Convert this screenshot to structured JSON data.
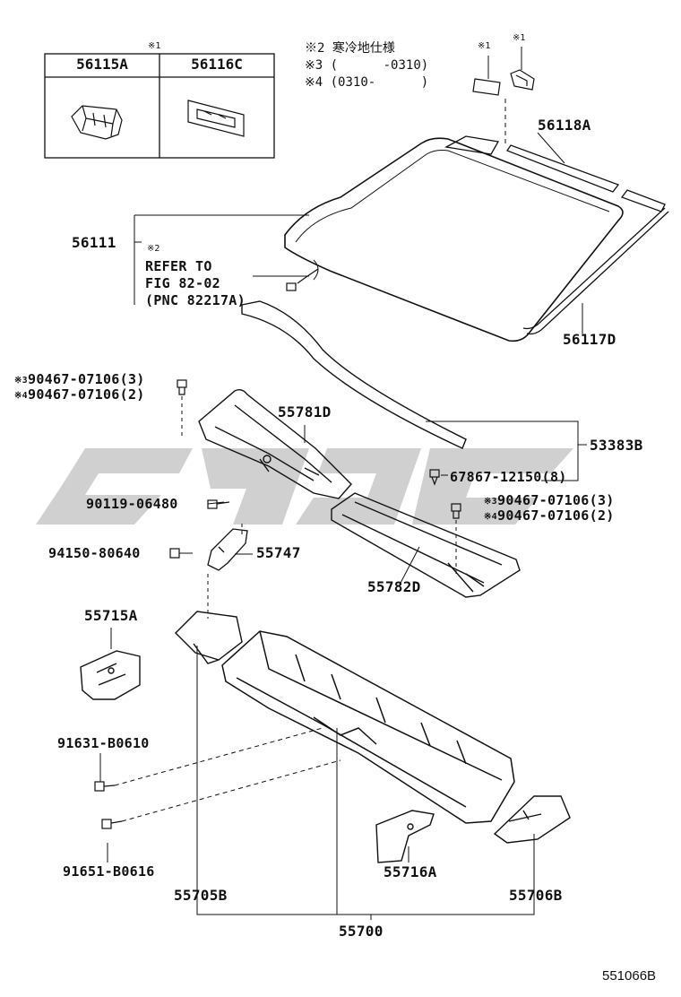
{
  "diagram": {
    "figure_id": "551066B",
    "inset_box": {
      "mark": "※1",
      "columns": [
        "56115A",
        "56116C"
      ]
    },
    "legend": [
      {
        "mark": "※2",
        "text": "寒冷地仕様"
      },
      {
        "mark": "※3",
        "text": "(      -0310)"
      },
      {
        "mark": "※4",
        "text": "(0310-      )"
      }
    ],
    "clip_marks": [
      "※1",
      "※1"
    ],
    "refer_note": {
      "mark": "※2",
      "lines": [
        "REFER TO",
        "FIG 82-02",
        "(PNC 82217A)"
      ]
    },
    "part_labels": {
      "p56118A": "56118A",
      "p56111": "56111",
      "p56117D": "56117D",
      "p55781D": "55781D",
      "p53383B": "53383B",
      "p67867": "67867-12150(8)",
      "p90119": "90119-06480",
      "p94150": "94150-80640",
      "p55747": "55747",
      "p55782D": "55782D",
      "p55715A": "55715A",
      "p91631": "91631-B0610",
      "p91651": "91651-B0616",
      "p55716A": "55716A",
      "p55705B": "55705B",
      "p55706B": "55706B",
      "p55700": "55700"
    },
    "screw_left": [
      {
        "mark": "※3",
        "text": "90467-07106(3)"
      },
      {
        "mark": "※4",
        "text": "90467-07106(2)"
      }
    ],
    "screw_right": [
      {
        "mark": "※3",
        "text": "90467-07106(3)"
      },
      {
        "mark": "※4",
        "text": "90467-07106(2)"
      }
    ]
  }
}
